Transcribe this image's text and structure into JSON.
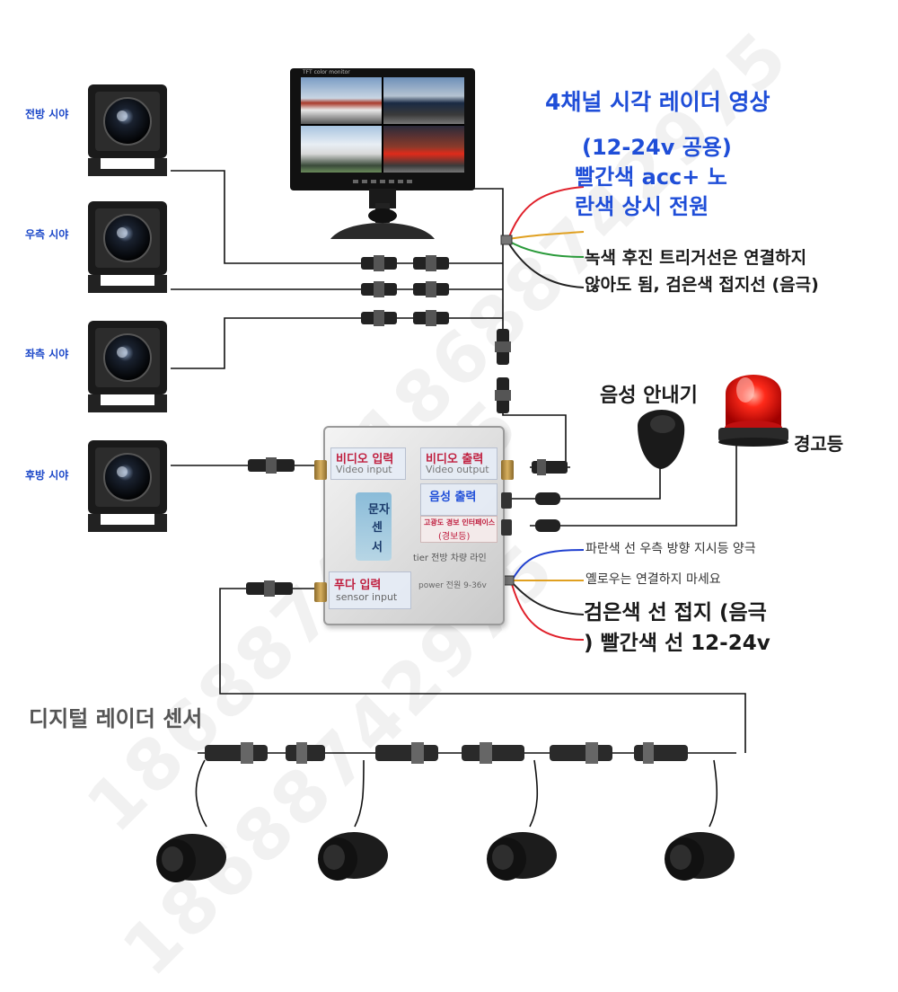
{
  "cameras": [
    {
      "label": "전방 시야"
    },
    {
      "label": "우측 시야"
    },
    {
      "label": "좌측 시야"
    },
    {
      "label": "후방 시야"
    }
  ],
  "monitor": {
    "caption": "TFT color monitor",
    "title": "4채널 시각 레이더 영상",
    "power_lines": [
      "(12-24v 공용)",
      "빨간색 acc+ 노",
      "란색 상시 전원"
    ],
    "trigger_lines": [
      "녹색 후진 트리거선은 연결하지",
      "않아도 됨, 검은색 접지선 (음극)"
    ]
  },
  "control_box": {
    "video_in": "비디오 입력",
    "video_in_en": "Video input",
    "video_out": "비디오 출력",
    "video_out_en": "Video output",
    "audio_out": "음성 출력",
    "alarm_interface": "고광도 경보 인터페이스",
    "alarm_sub": "(경보등)",
    "buzzer_chars": [
      "문",
      "자",
      "센",
      "서"
    ],
    "trigger_line": "tier 전방 차량 라인",
    "power_line": "power 전원 9-36v",
    "sensor_in": "푸다 입력",
    "sensor_in_en": "sensor input"
  },
  "accessories": {
    "voice": "음성 안내기",
    "warning_light": "경고등"
  },
  "wire_notes": {
    "blue": "파란색 선 우측 방향 지시등 양극",
    "yellow": "옐로우는 연결하지 마세요",
    "ground_lines": [
      "검은색 선 접지 (음극",
      ") 빨간색 선 12-24v"
    ]
  },
  "sensors": {
    "title": "디지털 레이더 센서",
    "count": 4
  },
  "watermark": "18688742975",
  "colors": {
    "title_blue": "#1f4ed8",
    "wire_red": "#e0202a",
    "wire_yellow": "#e0a020",
    "wire_green": "#2a9a3a",
    "wire_blue": "#2040d0",
    "lamp_red": "#e01818"
  }
}
